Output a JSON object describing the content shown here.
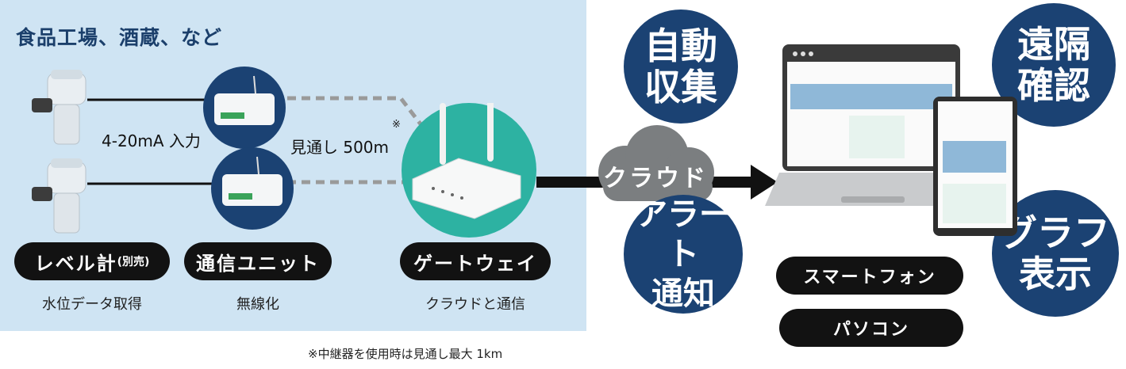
{
  "factory": {
    "title": "食品工場、酒蔵、など",
    "signal_label": "4-20mA 入力",
    "range_label": "見通し 500m",
    "range_mark": "※"
  },
  "pills": {
    "level_meter": {
      "label": "レベル計",
      "suffix": "(別売)",
      "caption": "水位データ取得"
    },
    "comm_unit": {
      "label": "通信ユニット",
      "caption": "無線化"
    },
    "gateway": {
      "label": "ゲートウェイ",
      "caption": "クラウドと通信"
    },
    "smartphone": "スマートフォン",
    "pc": "パソコン"
  },
  "cloud_label": "クラウド",
  "badges": {
    "auto_collect": [
      "自動",
      "収集"
    ],
    "alert": [
      "アラート",
      "通知"
    ],
    "remote": [
      "遠隔",
      "確認"
    ],
    "graph": [
      "グラフ",
      "表示"
    ]
  },
  "footnote": "※中継器を使用時は見通し最大 1km",
  "colors": {
    "panel_bg": "#cfe4f3",
    "navy": "#1b4273",
    "teal": "#2db2a2",
    "pill": "#121212",
    "chart_bar": "#8fb8d8",
    "accent_green": "#2a9d8f"
  }
}
